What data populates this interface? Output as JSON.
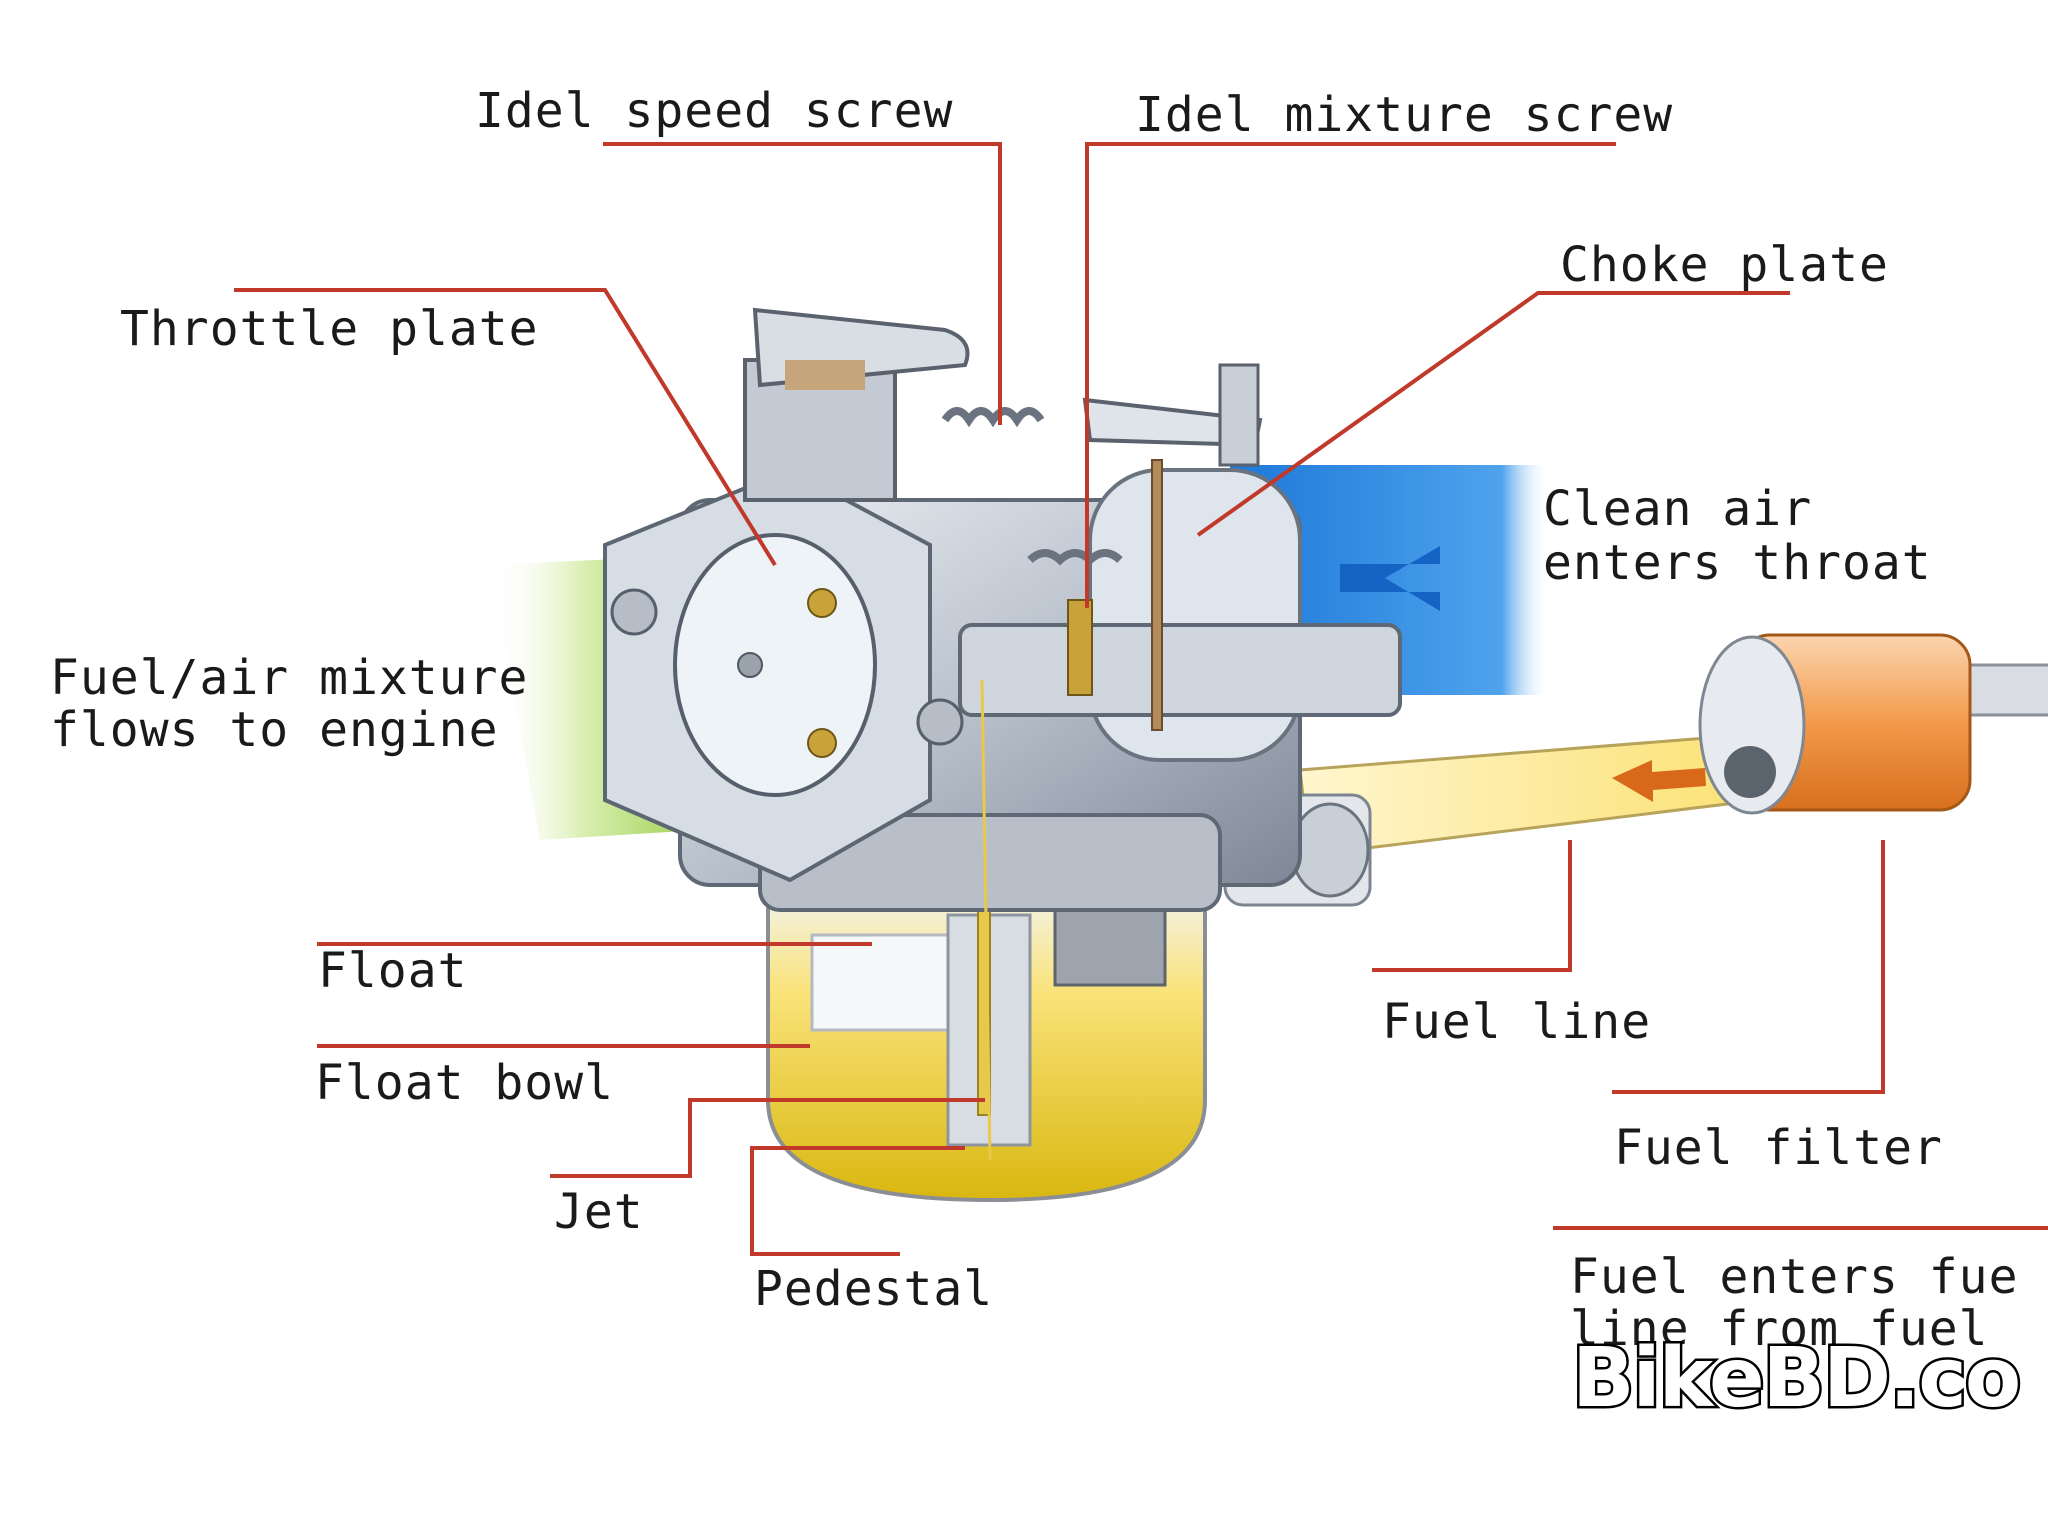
{
  "labels": {
    "idle_speed_screw": "Idel speed screw",
    "idle_mixture_screw": "Idel mixture screw",
    "throttle_plate": "Throttle plate",
    "choke_plate": "Choke plate",
    "clean_air_line1": "Clean air",
    "clean_air_line2": "enters throat",
    "fuel_air_line1": "Fuel/air mixture",
    "fuel_air_line2": "flows to engine",
    "float": "Float",
    "float_bowl": "Float bowl",
    "jet": "Jet",
    "pedestal": "Pedestal",
    "fuel_line": "Fuel line",
    "fuel_filter": "Fuel filter",
    "fuel_enters_line1": "Fuel enters fue",
    "fuel_enters_line2": "line from fuel"
  },
  "watermark": "BikeBD.co",
  "colors": {
    "leader_line": "#c0392b",
    "air_flow": "#2e8de0",
    "mixture_flow": "#b7dc6a",
    "fuel": "#f4d23a",
    "filter": "#f0873a",
    "metal": "#aeb6c2"
  }
}
